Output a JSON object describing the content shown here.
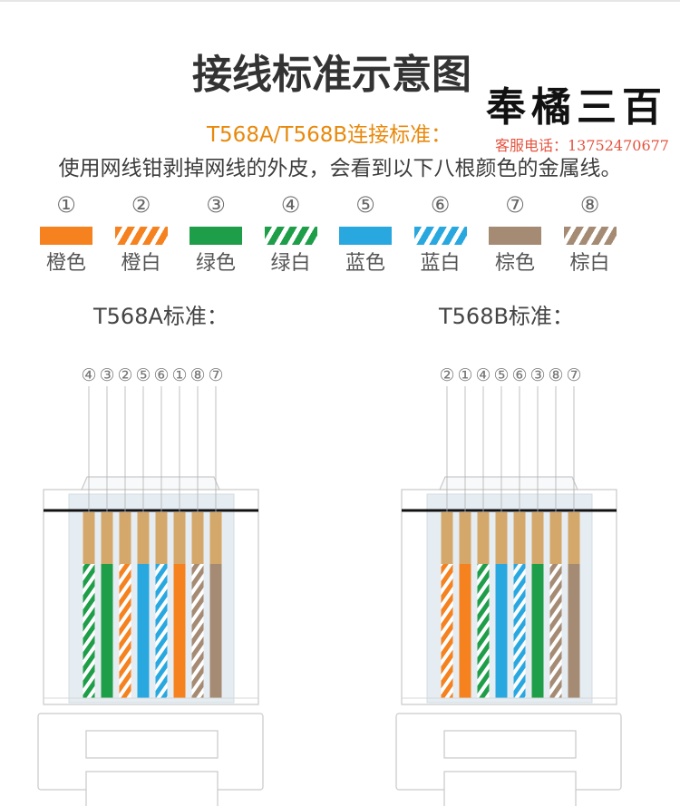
{
  "title": "接线标准示意图",
  "brand": {
    "name": "奉橘三百",
    "phone": "客服电话：13752470677"
  },
  "subtitle": "T568A/T568B连接标准：",
  "description": "使用网线钳剥掉网线的外皮，会看到以下八根颜色的金属线。",
  "theme": {
    "title_color": "#333333",
    "accent_orange": "#e8890c",
    "phone_red": "#e4533f",
    "contact_gold": "#d4a86a",
    "connector_outline": "#c9c9c9",
    "connector_inner": "#e6edf2"
  },
  "wires": [
    {
      "num": "①",
      "label": "橙色",
      "color": "#f5821f",
      "striped": false
    },
    {
      "num": "②",
      "label": "橙白",
      "color": "#f5821f",
      "striped": true
    },
    {
      "num": "③",
      "label": "绿色",
      "color": "#1f9e49",
      "striped": false
    },
    {
      "num": "④",
      "label": "绿白",
      "color": "#1f9e49",
      "striped": true
    },
    {
      "num": "⑤",
      "label": "蓝色",
      "color": "#29a8e0",
      "striped": false
    },
    {
      "num": "⑥",
      "label": "蓝白",
      "color": "#29a8e0",
      "striped": true
    },
    {
      "num": "⑦",
      "label": "棕色",
      "color": "#a58b74",
      "striped": false
    },
    {
      "num": "⑧",
      "label": "棕白",
      "color": "#a58b74",
      "striped": true
    }
  ],
  "standards": [
    {
      "title": "T568A标准：",
      "pin_order": [
        "④",
        "③",
        "②",
        "⑤",
        "⑥",
        "①",
        "⑧",
        "⑦"
      ]
    },
    {
      "title": "T568B标准：",
      "pin_order": [
        "②",
        "①",
        "④",
        "⑤",
        "⑥",
        "③",
        "⑧",
        "⑦"
      ]
    }
  ]
}
